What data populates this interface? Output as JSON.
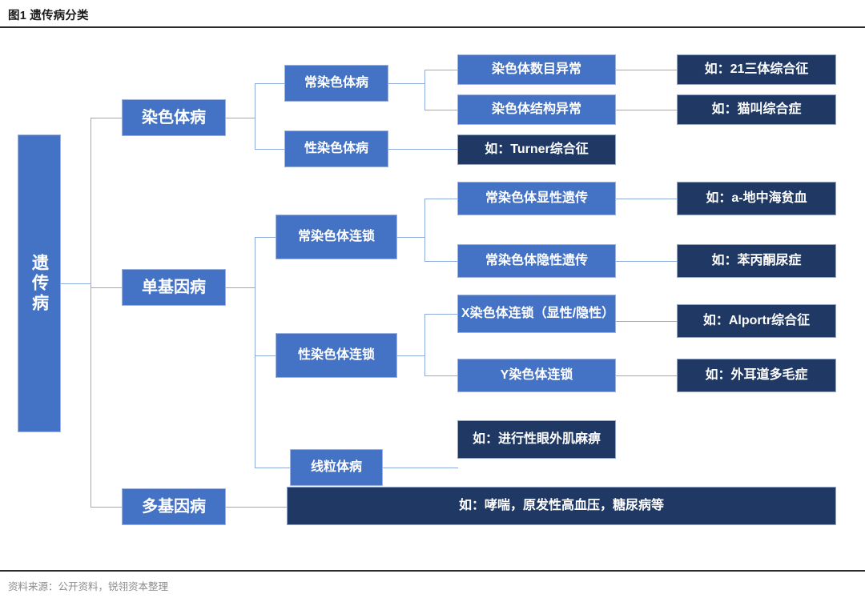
{
  "header": {
    "figure_title": "图1 遗传病分类"
  },
  "footer": {
    "source": "资料来源：公开资料，锐翎资本整理"
  },
  "colors": {
    "node_blue": "#4472C4",
    "node_navy": "#1F3864",
    "connector": "#8EAADB",
    "rule": "#2B2B2B",
    "source_text": "#8C8C8C"
  },
  "diagram": {
    "type": "tree",
    "root": {
      "label": "遗传病"
    },
    "level1": [
      {
        "label": "染色体病"
      },
      {
        "label": "单基因病"
      },
      {
        "label": "多基因病"
      }
    ],
    "level2": [
      {
        "label": "常染色体病"
      },
      {
        "label": "性染色体病"
      },
      {
        "label": "常染色体连锁"
      },
      {
        "label": "性染色体连锁"
      },
      {
        "label": "线粒体病"
      }
    ],
    "level3": [
      {
        "label": "染色体数目异常"
      },
      {
        "label": "染色体结构异常"
      },
      {
        "label": "如：Turner综合征"
      },
      {
        "label": "常染色体显性遗传"
      },
      {
        "label": "常染色体隐性遗传"
      },
      {
        "label": "X染色体连锁（显性/隐性）"
      },
      {
        "label": "Y染色体连锁"
      },
      {
        "label": "如：进行性眼外肌麻痹"
      },
      {
        "label": "如：哮喘，原发性高血压，糖尿病等"
      }
    ],
    "level4": [
      {
        "label": "如：21三体综合征"
      },
      {
        "label": "如：猫叫综合症"
      },
      {
        "label": "如：a-地中海贫血"
      },
      {
        "label": "如：苯丙酮尿症"
      },
      {
        "label": "如：Alportr综合征"
      },
      {
        "label": "如：外耳道多毛症"
      }
    ]
  }
}
